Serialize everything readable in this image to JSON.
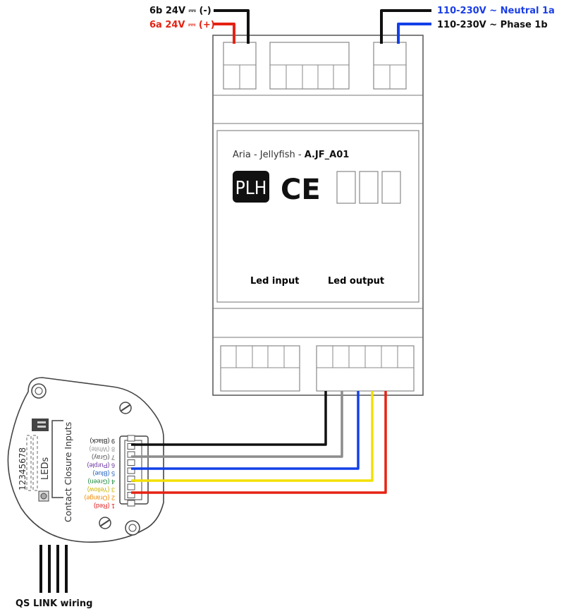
{
  "power": {
    "neg_label": "6b 24V ⎓ (-)",
    "pos_label": "6a 24V ⎓ (+)",
    "neutral_label": "110-230V ~ Neutral 1a",
    "phase_label": "110-230V ~ Phase 1b"
  },
  "device": {
    "name_prefix": "Aria - Jellyfish - ",
    "model": "A.JF_A01",
    "logo": "PLH",
    "ce_mark": "CE",
    "led_input": "Led input",
    "led_output": "Led output"
  },
  "keypad": {
    "title": "Contact Closure Inputs",
    "leds_label": "LEDs",
    "led_numbers": "12345678",
    "pins": [
      {
        "label": "9 (Black)",
        "color": "#222222"
      },
      {
        "label": "8 (White)",
        "color": "#999999"
      },
      {
        "label": "7 (Gray)",
        "color": "#555555"
      },
      {
        "label": "6 (Purple)",
        "color": "#6a2fa0"
      },
      {
        "label": "5 (Blue)",
        "color": "#1f5fbf"
      },
      {
        "label": "4 (Green)",
        "color": "#1a8a3a"
      },
      {
        "label": "3 (Yellow)",
        "color": "#c9b400"
      },
      {
        "label": "2 (Orange)",
        "color": "#f08a00"
      },
      {
        "label": "1 (Red)",
        "color": "#e01b1b"
      }
    ]
  },
  "qs_link_label": "QS LINK wiring",
  "colors": {
    "black_wire": "#111111",
    "red_wire": "#e52213",
    "blue_wire": "#1340e8",
    "gray_wire": "#8c8c8c",
    "yellow_wire": "#f2e000",
    "neutral_text": "#1b3ee6",
    "pos_text": "#e52213"
  }
}
